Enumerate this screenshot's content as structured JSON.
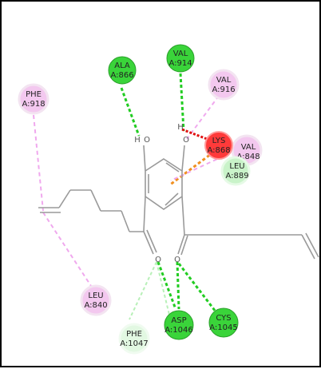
{
  "residues": [
    {
      "id": "ala866",
      "name": "ALA",
      "chain": "A:866",
      "kind": "hbond",
      "color": "#3ad43a"
    },
    {
      "id": "val914",
      "name": "VAL",
      "chain": "A:914",
      "kind": "hbond",
      "color": "#3ad43a"
    },
    {
      "id": "val916",
      "name": "VAL",
      "chain": "A:916",
      "kind": "hydrophobic",
      "color": "#f3c8ef"
    },
    {
      "id": "phe918",
      "name": "PHE",
      "chain": "A:918",
      "kind": "hydrophobic",
      "color": "#f3c8ef"
    },
    {
      "id": "lys868",
      "name": "LYS",
      "chain": "A:868",
      "kind": "unfavorable",
      "color": "#ff3a3a"
    },
    {
      "id": "val848",
      "name": "VAL",
      "chain": "A:848",
      "kind": "hydrophobic",
      "color": "#f3c8ef"
    },
    {
      "id": "leu889",
      "name": "LEU",
      "chain": "A:889",
      "kind": "vdw",
      "color": "#c9f3c9"
    },
    {
      "id": "leu840",
      "name": "LEU",
      "chain": "A:840",
      "kind": "hydrophobic",
      "color": "#f3c8ef"
    },
    {
      "id": "phe1047",
      "name": "PHE",
      "chain": "A:1047",
      "kind": "vdw",
      "color": "#e2f8e2"
    },
    {
      "id": "asp1046",
      "name": "ASP",
      "chain": "A:1046",
      "kind": "hbond",
      "color": "#3ad43a"
    },
    {
      "id": "cys1045",
      "name": "CYS",
      "chain": "A:1045",
      "kind": "hbond",
      "color": "#3ad43a"
    }
  ],
  "atom_labels": {
    "h_left": "H",
    "o_left": "O",
    "h_right": "H",
    "o_right": "O",
    "o_bottom_left": "O",
    "o_bottom_right": "O"
  },
  "interaction_colors": {
    "hbond": "#22cc22",
    "hydrophobic": "#f0a8ee",
    "unfavorable": "#e01010",
    "pi_cation": "#f09020",
    "carbon_hbond": "#b8f0b8"
  }
}
